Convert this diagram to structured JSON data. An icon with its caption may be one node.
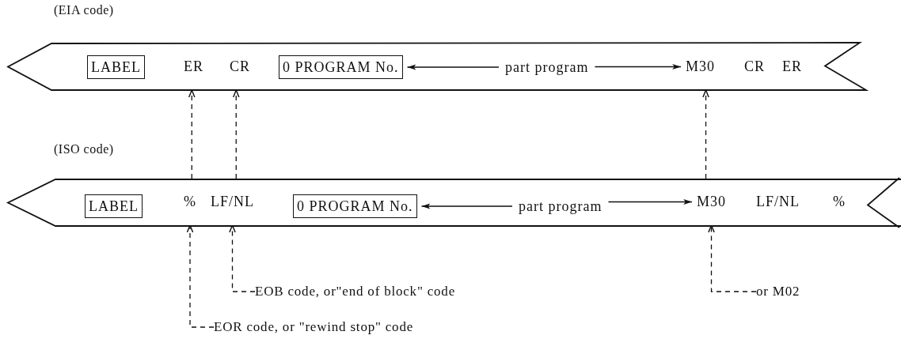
{
  "diagram": {
    "nodes": [
      {
        "text": [
          "(EIA code)"
        ]
      },
      {
        "text": [
          "LABEL"
        ],
        "in": 0
      },
      {
        "text": [
          "ER"
        ],
        "in": 0
      },
      {
        "text": [
          "CR"
        ],
        "in": 0
      },
      {
        "text": [
          "0 PROGRAM No."
        ],
        "in": 0
      },
      {
        "text": [
          "part program"
        ],
        "in": 0
      },
      {
        "text": [
          "M30"
        ],
        "in": 0
      },
      {
        "text": [
          "CR"
        ],
        "in": 0
      },
      {
        "text": [
          "ER"
        ],
        "in": 0
      },
      {
        "text": [
          "(ISO code)"
        ]
      },
      {
        "text": [
          "LABEL"
        ],
        "in": 9
      },
      {
        "text": [
          "%"
        ],
        "in": 9
      },
      {
        "text": [
          "LF/NL"
        ],
        "in": 9
      },
      {
        "text": [
          "0 PROGRAM No."
        ],
        "in": 9
      },
      {
        "text": [
          "part program"
        ],
        "in": 9
      },
      {
        "text": [
          "M30"
        ],
        "in": 9
      },
      {
        "text": [
          "LF/NL"
        ],
        "in": 9
      },
      {
        "text": [
          "%"
        ],
        "in": 9
      },
      {
        "text": [
          "EOB code, or\"end of block\" code"
        ]
      },
      {
        "text": [
          "EOR code, or \"rewind stop\" code"
        ]
      },
      {
        "text": [
          "or M02"
        ]
      }
    ],
    "edges": [
      {
        "from": 5,
        "to": 4,
        "arrow": "to"
      },
      {
        "from": 5,
        "to": 6,
        "arrow": "to"
      },
      {
        "from": 11,
        "to": 2,
        "arrow": "to",
        "style": "dashed"
      },
      {
        "from": 12,
        "to": 3,
        "arrow": "to",
        "style": "dashed"
      },
      {
        "from": 15,
        "to": 6,
        "arrow": "to",
        "style": "dashed"
      },
      {
        "from": 14,
        "to": 13,
        "arrow": "to"
      },
      {
        "from": 14,
        "to": 15,
        "arrow": "to"
      },
      {
        "from": 18,
        "to": 12,
        "arrow": "to",
        "style": "dashed"
      },
      {
        "from": 19,
        "to": 11,
        "arrow": "to",
        "style": "dashed"
      },
      {
        "from": 20,
        "to": 15,
        "arrow": "to",
        "style": "dashed"
      }
    ]
  }
}
